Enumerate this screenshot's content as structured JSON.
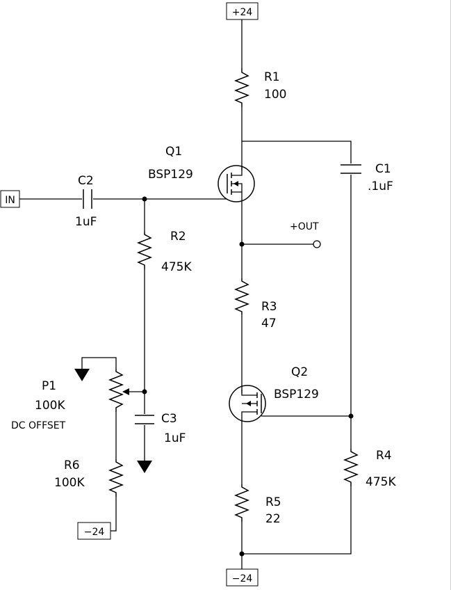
{
  "diagram": {
    "rails": {
      "top": "+24",
      "bottom": "−24",
      "left": "−24",
      "input": "IN",
      "output": "+OUT"
    },
    "components": {
      "R1": {
        "ref": "R1",
        "value": "100"
      },
      "R2": {
        "ref": "R2",
        "value": "475K"
      },
      "R3": {
        "ref": "R3",
        "value": "47"
      },
      "R4": {
        "ref": "R4",
        "value": "475K"
      },
      "R5": {
        "ref": "R5",
        "value": "22"
      },
      "R6": {
        "ref": "R6",
        "value": "100K"
      },
      "C1": {
        "ref": "C1",
        "value": ".1uF"
      },
      "C2": {
        "ref": "C2",
        "value": "1uF"
      },
      "C3": {
        "ref": "C3",
        "value": "1uF"
      },
      "Q1": {
        "ref": "Q1",
        "part": "BSP129"
      },
      "Q2": {
        "ref": "Q2",
        "part": "BSP129"
      },
      "P1": {
        "ref": "P1",
        "value": "100K",
        "note": "DC OFFSET"
      }
    }
  }
}
